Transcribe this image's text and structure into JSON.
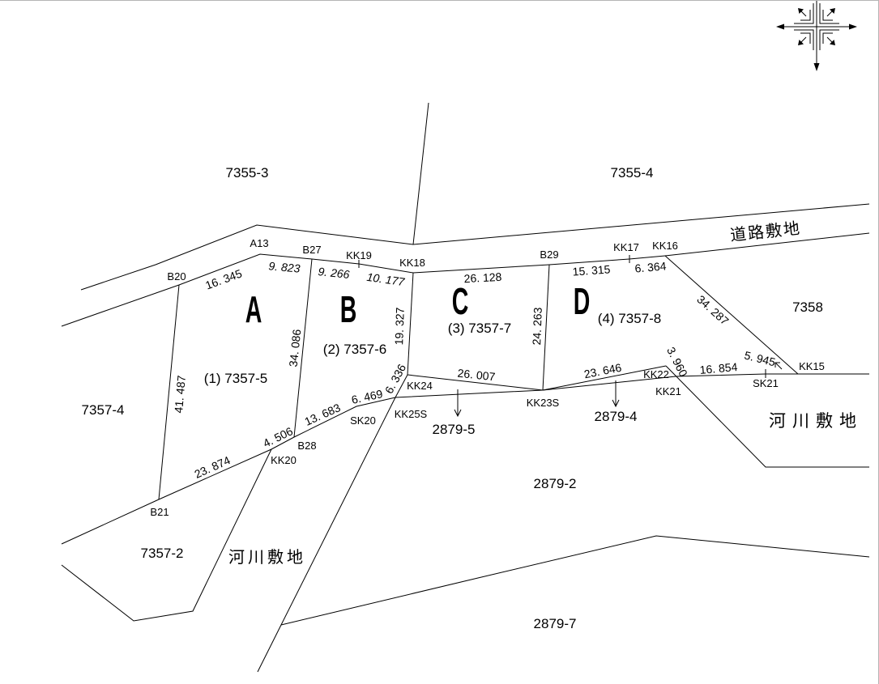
{
  "parcels": {
    "p7355_3": "7355-3",
    "p7355_4": "7355-4",
    "p7358": "7358",
    "p7357_4": "7357-4",
    "p7357_2": "7357-2",
    "p2879_5": "2879-5",
    "p2879_4": "2879-4",
    "p2879_2": "2879-2",
    "p2879_7": "2879-7"
  },
  "lots": [
    {
      "letter": "A",
      "label": "(1) 7357-5"
    },
    {
      "letter": "B",
      "label": "(2) 7357-6"
    },
    {
      "letter": "C",
      "label": "(3) 7357-7"
    },
    {
      "letter": "D",
      "label": "(4) 7357-8"
    }
  ],
  "land_use": {
    "road": "道路敷地",
    "river_east": "河川敷地",
    "river_west": "河川敷地"
  },
  "points": {
    "a13": "A13",
    "b27": "B27",
    "kk19": "KK19",
    "kk18": "KK18",
    "b29": "B29",
    "kk17": "KK17",
    "kk16": "KK16",
    "b20": "B20",
    "kk15": "KK15",
    "sk21": "SK21",
    "kk22": "KK22",
    "kk21": "KK21",
    "kk24": "KK24",
    "kk23s": "KK23S",
    "kk25s": "KK25S",
    "sk20": "SK20",
    "b28": "B28",
    "kk20": "KK20",
    "b21": "B21"
  },
  "distances": {
    "b20_a13": "16. 345",
    "a13_b27": "9. 823",
    "b27_kk19": "9. 266",
    "kk19_kk18": "10. 177",
    "kk18_b29": "26. 128",
    "b29_kk17": "15. 315",
    "kk17_kk16": "6. 364",
    "kk16_kk15": "34. 287",
    "kk18_kk24": "19. 327",
    "b29_kk23s": "24. 263",
    "b27_b28": "34. 086",
    "b20_b21": "41. 487",
    "kk24_kk23s": "26. 007",
    "kk23s_kk22": "23. 646",
    "kk22_kk21": "3. 960",
    "kk21_sk21": "16. 854",
    "sk21_kk15": "5. 945",
    "kk24_kk25s": "6. 336",
    "sk20_kk25s": "6. 469",
    "b28_sk20": "13. 683",
    "kk20_b28": "4. 506",
    "b21_kk20": "23. 874"
  },
  "colors": {
    "lot_letter": "#e3141b",
    "line": "#000000",
    "frame": "#b5b5b5"
  },
  "icons": {
    "compass": "north-arrow-icon",
    "parcel_pointer": "down-arrow-icon"
  }
}
